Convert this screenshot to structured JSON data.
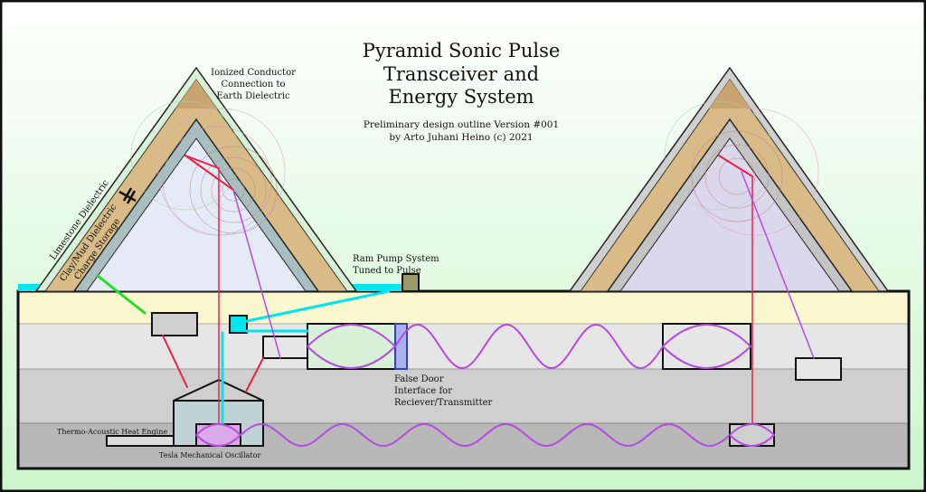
{
  "title": [
    "Pyramid Sonic Pulse",
    "Transceiver and",
    "Energy System"
  ],
  "subtitle": [
    "Preliminary design outline Version #001",
    "by Arto Juhani Heino (c) 2021"
  ],
  "labels": {
    "ionized": [
      "Ionized Conductor",
      "Connection to",
      "Earth Dielectric"
    ],
    "limestone": "Limestone Dielectric",
    "clay": [
      "Clay/Mud Dielectric",
      "Charge Storage"
    ],
    "ram_pump": [
      "Ram Pump System",
      "Tuned to Pulse"
    ],
    "false_door": [
      "False Door",
      "Interface for",
      "Reciever/Transmitter"
    ],
    "heat_engine": "Thermo-Acoustic  Heat Engine",
    "oscillator": "Tesla Mechanical Oscillator"
  },
  "colors": {
    "background": "#dcf7dc",
    "limestone": "#d8f0d8",
    "clay": "#d9bb88",
    "inner_wall": "#a9bec0",
    "chamber": "#e4ebf6",
    "ground_top": "#fbf8cf",
    "electric": "#e8204a",
    "acoustic": "#b44be0",
    "water": "#00e5ee",
    "ground_link": "#22dd22"
  }
}
